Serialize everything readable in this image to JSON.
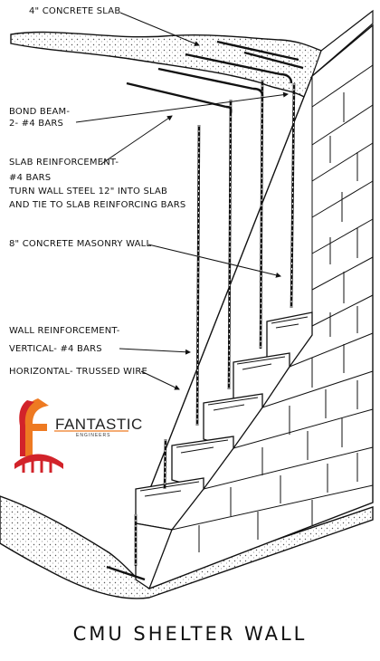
{
  "labels": {
    "concrete_slab": "4\" CONCRETE SLAB",
    "bond_beam_1": "BOND BEAM-",
    "bond_beam_2": "2- #4 BARS",
    "slab_reinf_1": "SLAB REINFORCEMENT-",
    "slab_reinf_2": "#4 BARS",
    "slab_reinf_3": "TURN WALL STEEL 12\" INTO SLAB",
    "slab_reinf_4": "AND TIE TO SLAB REINFORCING BARS",
    "masonry_wall": "8\" CONCRETE MASONRY WALL",
    "wall_reinf_1": "WALL REINFORCEMENT-",
    "wall_reinf_2": "VERTICAL- #4 BARS",
    "horizontal": "HORIZONTAL- TRUSSED WIRE"
  },
  "title": "CMU SHELTER WALL",
  "logo": {
    "name": "FANTASTIC",
    "sub": "ENGINEERS",
    "colors": {
      "orange": "#ee7a22",
      "red": "#d2232a"
    }
  }
}
